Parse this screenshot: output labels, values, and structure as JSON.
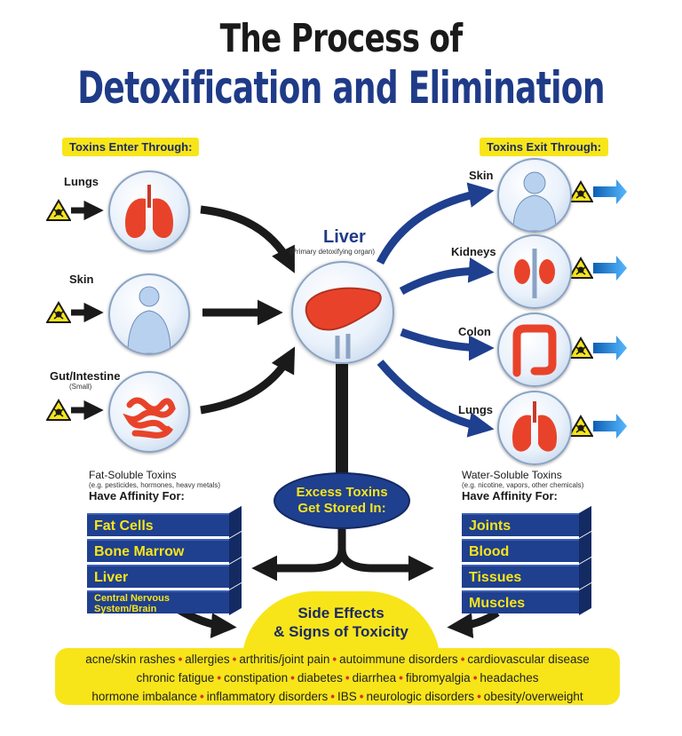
{
  "title": {
    "line1": "The Process of",
    "line2": "Detoxification and Elimination"
  },
  "enter": {
    "heading": "Toxins Enter Through:",
    "items": [
      {
        "label": "Lungs",
        "sub": ""
      },
      {
        "label": "Skin",
        "sub": ""
      },
      {
        "label": "Gut/Intestine",
        "sub": "(Small)"
      }
    ]
  },
  "liver": {
    "label": "Liver",
    "sub": "(Primary detoxifying organ)"
  },
  "exit": {
    "heading": "Toxins Exit Through:",
    "items": [
      {
        "label": "Skin"
      },
      {
        "label": "Kidneys"
      },
      {
        "label": "Colon"
      },
      {
        "label": "Lungs"
      }
    ]
  },
  "stored": {
    "line1": "Excess Toxins",
    "line2": "Get Stored In:"
  },
  "fat_soluble": {
    "title": "Fat-Soluble Toxins",
    "example": "(e.g. pesticides, hormones, heavy metals)",
    "affinity": "Have Affinity For:",
    "blocks": [
      "Fat Cells",
      "Bone Marrow",
      "Liver",
      "Central Nervous",
      "System/Brain"
    ]
  },
  "water_soluble": {
    "title": "Water-Soluble Toxins",
    "example": "(e.g. nicotine, vapors, other chemicals)",
    "affinity": "Have Affinity For:",
    "blocks": [
      "Joints",
      "Blood",
      "Tissues",
      "Muscles"
    ]
  },
  "side_effects": {
    "line1": "Side Effects",
    "line2": "& Signs of Toxicity",
    "rows": [
      [
        "acne/skin rashes",
        "allergies",
        "arthritis/joint pain",
        "autoimmune disorders",
        "cardiovascular disease"
      ],
      [
        "chronic fatigue",
        "constipation",
        "diabetes",
        "diarrhea",
        "fibromyalgia",
        "headaches"
      ],
      [
        "hormone imbalance",
        "inflammatory disorders",
        "IBS",
        "neurologic disorders",
        "obesity/overweight"
      ]
    ]
  },
  "colors": {
    "navy": "#1f3f8f",
    "yellow": "#f7e51a",
    "organ_red": "#e8432a",
    "separator": "#d9322a"
  }
}
